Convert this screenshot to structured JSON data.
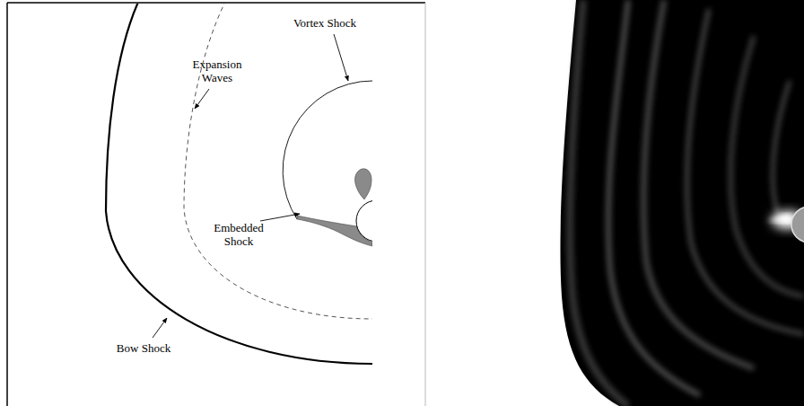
{
  "diagram": {
    "labels": [
      "Expansion Waves",
      "Vortex Shock",
      "Embedded Shock",
      "Bow Shock"
    ]
  }
}
